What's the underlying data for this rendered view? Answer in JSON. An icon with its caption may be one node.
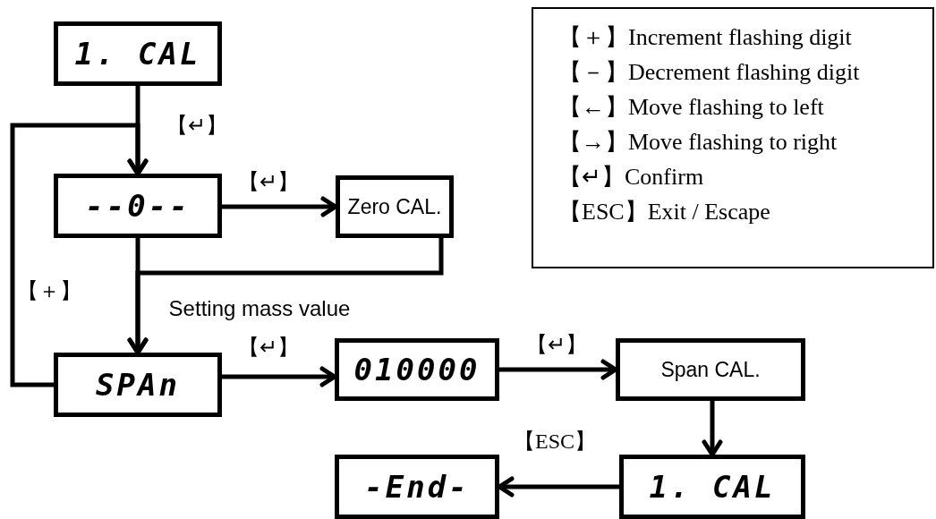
{
  "diagram": {
    "nodes": [
      {
        "text": [
          "1. CAL"
        ]
      },
      {
        "text": [
          "--0--"
        ]
      },
      {
        "text": [
          "Zero CAL."
        ]
      },
      {
        "text": [
          "SPAn"
        ]
      },
      {
        "text": [
          "010000"
        ]
      },
      {
        "text": [
          "Span CAL."
        ]
      },
      {
        "text": [
          "1. CAL"
        ]
      },
      {
        "text": [
          "-End-"
        ]
      },
      {
        "text": [
          "【＋】Increment flashing digit",
          "【－】Decrement flashing digit",
          "【←】Move flashing to left",
          "【→】Move flashing to right",
          "【↵】Confirm",
          "【ESC】Exit / Escape"
        ]
      }
    ],
    "edges": [
      {
        "from": 0,
        "to": 1,
        "arrow": "to",
        "label": "【↵】"
      },
      {
        "from": 1,
        "to": 2,
        "arrow": "to",
        "label": "【↵】"
      },
      {
        "from": 1,
        "to": 3,
        "arrow": "to"
      },
      {
        "from": 2,
        "to": 3,
        "arrow": "to"
      },
      {
        "from": 3,
        "to": 1,
        "arrow": "to",
        "label": "【＋】"
      },
      {
        "from": 3,
        "to": 4,
        "arrow": "to",
        "label": "【↵】"
      },
      {
        "from": 4,
        "to": 5,
        "arrow": "to",
        "label": "【↵】"
      },
      {
        "from": 5,
        "to": 6,
        "arrow": "to"
      },
      {
        "from": 6,
        "to": 7,
        "arrow": "to",
        "label": "【ESC】"
      }
    ],
    "labels": [
      "Setting mass value"
    ]
  }
}
